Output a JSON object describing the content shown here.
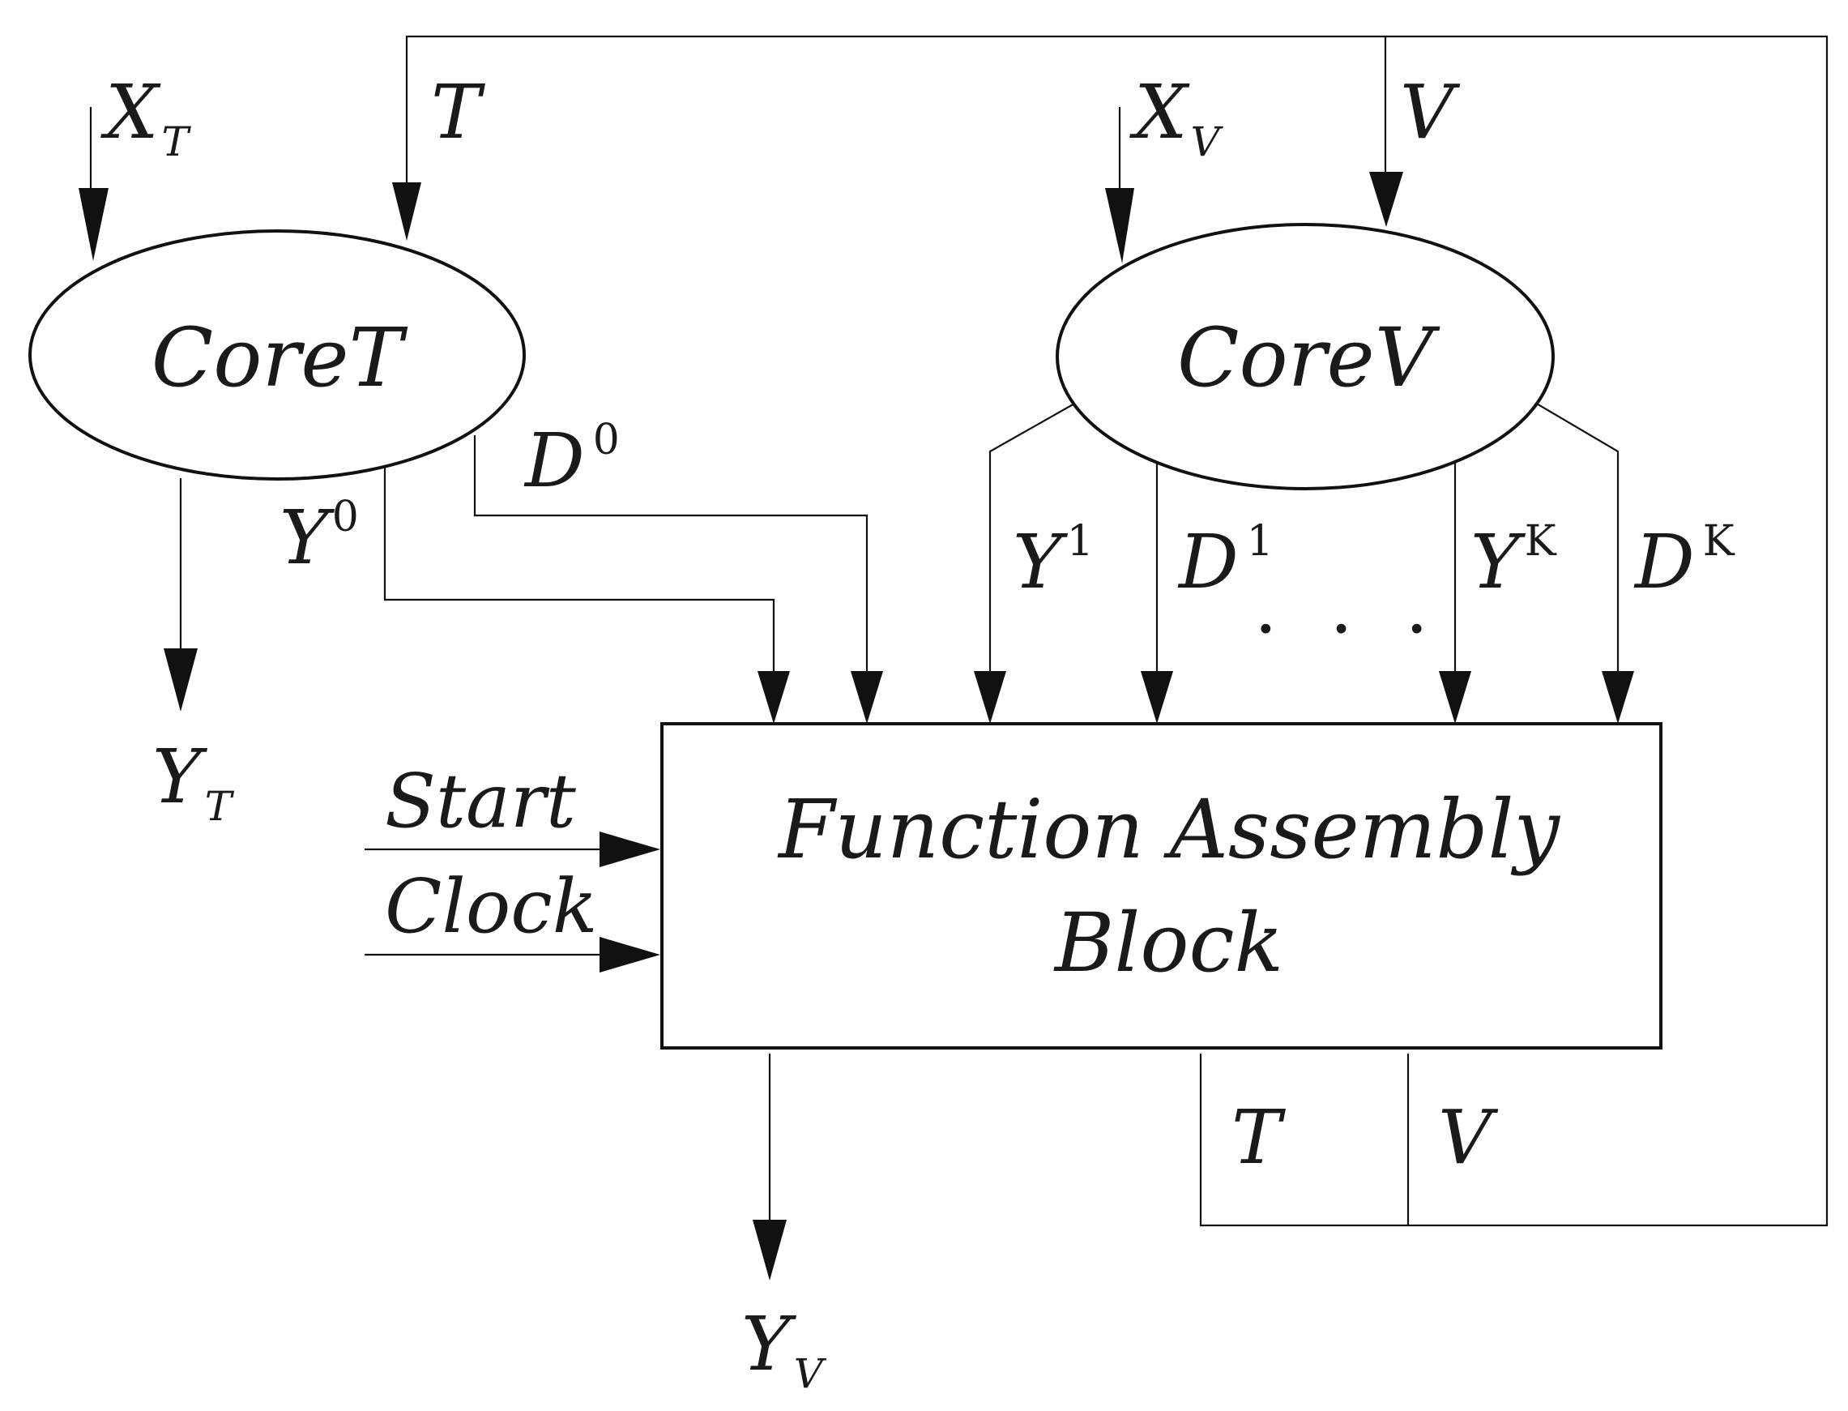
{
  "nodes": {
    "core_t": "CoreT",
    "core_v": "CoreV",
    "fab_line1": "Function Assembly",
    "fab_line2": "Block"
  },
  "inputs": {
    "x_t": {
      "base": "X",
      "sub": "T"
    },
    "x_v": {
      "base": "X",
      "sub": "V"
    },
    "t_in": "T",
    "v_in": "V",
    "start": "Start",
    "clock": "Clock"
  },
  "signals": {
    "y0": {
      "base": "Y",
      "sup": "0"
    },
    "d0": {
      "base": "D",
      "sup": "0"
    },
    "y1": {
      "base": "Y",
      "sup": "1"
    },
    "d1": {
      "base": "D",
      "sup": "1"
    },
    "yk": {
      "base": "Y",
      "sup": "K"
    },
    "dk": {
      "base": "D",
      "sup": "K"
    },
    "ellipsis": ". . ."
  },
  "outputs": {
    "y_t": {
      "base": "Y",
      "sub": "T"
    },
    "y_v": {
      "base": "Y",
      "sub": "V"
    },
    "t_out": "T",
    "v_out": "V"
  },
  "colors": {
    "ink": "#111111",
    "background": "#ffffff"
  }
}
